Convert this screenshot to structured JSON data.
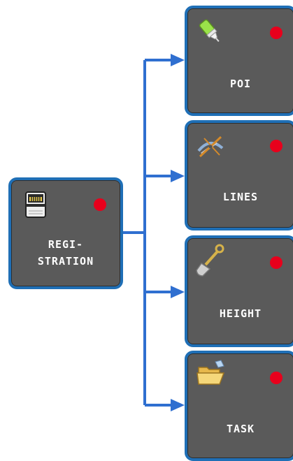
{
  "registration": {
    "label_line1": "REGI-",
    "label_line2": "STRATION",
    "icon": "sd-card-icon",
    "status_color": "#e8001c"
  },
  "modules": [
    {
      "label": "POI",
      "icon": "marker-pen-icon",
      "status_color": "#e8001c"
    },
    {
      "label": "LINES",
      "icon": "lines-tool-icon",
      "status_color": "#e8001c"
    },
    {
      "label": "HEIGHT",
      "icon": "shovel-icon",
      "status_color": "#e8001c"
    },
    {
      "label": "TASK",
      "icon": "folder-open-icon",
      "status_color": "#e8001c"
    }
  ],
  "colors": {
    "tile_bg": "#5a5a5a",
    "tile_border": "#1f6fb6",
    "connector": "#2f6fd0",
    "status_dot": "#e8001c"
  }
}
